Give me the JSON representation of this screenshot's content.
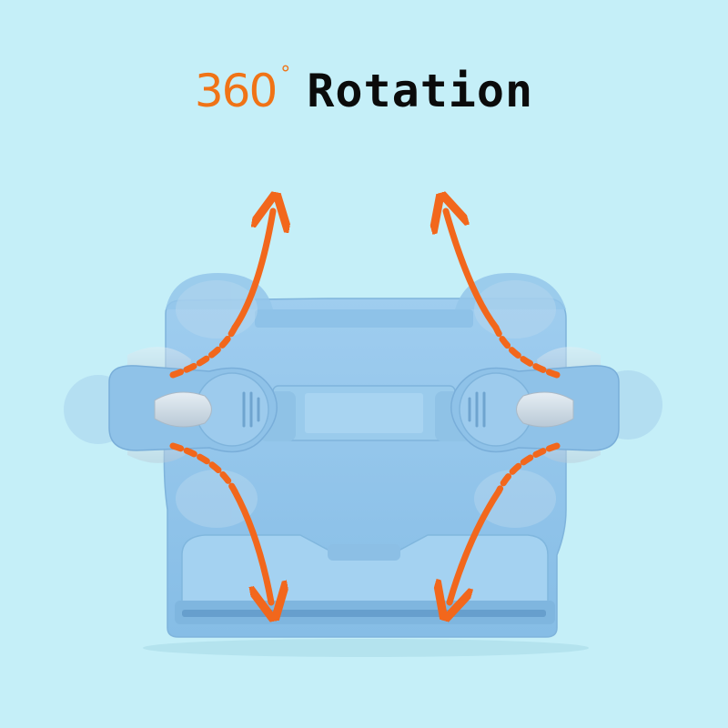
{
  "headline": {
    "number": "360",
    "degree_symbol": "°",
    "word": "Rotation"
  },
  "colors": {
    "background": "#c5eff8",
    "stand": "#8fc4ea",
    "arrow": "#f2671c",
    "number_text": "#f07316",
    "word_text": "#0b0b0b"
  },
  "icons": {
    "product": "rotating-tablet-stand",
    "arrows": "rotation-arrow"
  }
}
